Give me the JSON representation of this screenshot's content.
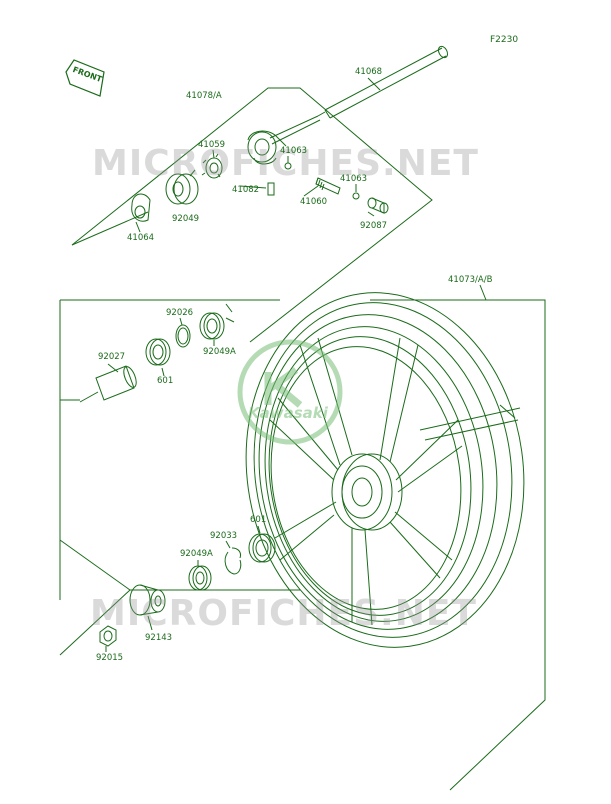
{
  "figure_code": "F2230",
  "front_label": "FRONT",
  "watermark_text": "MICROFICHES.NET",
  "logo_text": "Kawasaki",
  "line_color": "#1a6b1a",
  "parts": {
    "p41068": "41068",
    "p41078A": "41078/A",
    "p41059": "41059",
    "p41063a": "41063",
    "p41082": "41082",
    "p41063b": "41063",
    "p41060": "41060",
    "p92087": "92087",
    "p92049": "92049",
    "p41064": "41064",
    "p41073AB": "41073/A/B",
    "p92026": "92026",
    "p92049Aa": "92049A",
    "p92027": "92027",
    "p601a": "601",
    "p92033": "92033",
    "p601b": "601",
    "p92049Ab": "92049A",
    "p92143": "92143",
    "p92015": "92015"
  }
}
